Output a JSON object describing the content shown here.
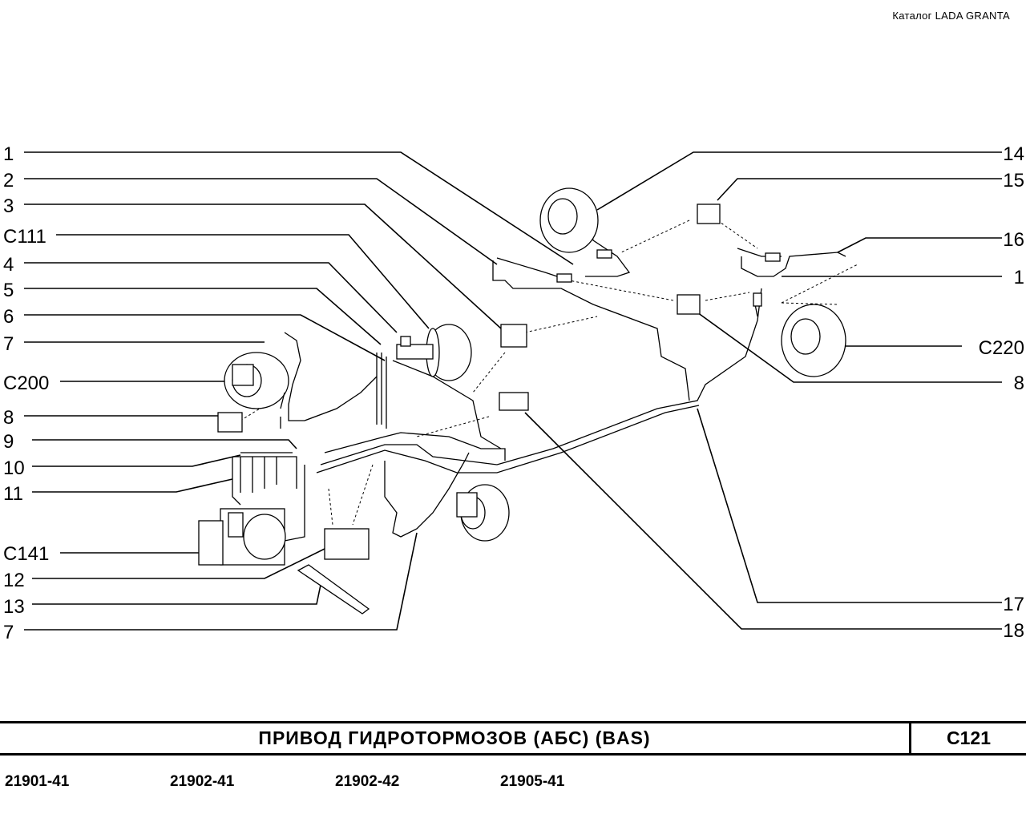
{
  "header": {
    "catalog": "Каталог  LADA  GRANTA"
  },
  "callouts_left": [
    "1",
    "2",
    "3",
    "C111",
    "4",
    "5",
    "6",
    "7",
    "C200",
    "8",
    "9",
    "10",
    "11",
    "C141",
    "12",
    "13",
    "7"
  ],
  "callouts_right": [
    "14",
    "15",
    "16",
    "1",
    "C220",
    "8",
    "17",
    "18"
  ],
  "footer": {
    "title": "ПРИВОД  ГИДРОТОРМОЗОВ  (АБС)  (BAS)",
    "code": "C121"
  },
  "models": [
    "21901-41",
    "21902-41",
    "21902-42",
    "21905-41"
  ]
}
